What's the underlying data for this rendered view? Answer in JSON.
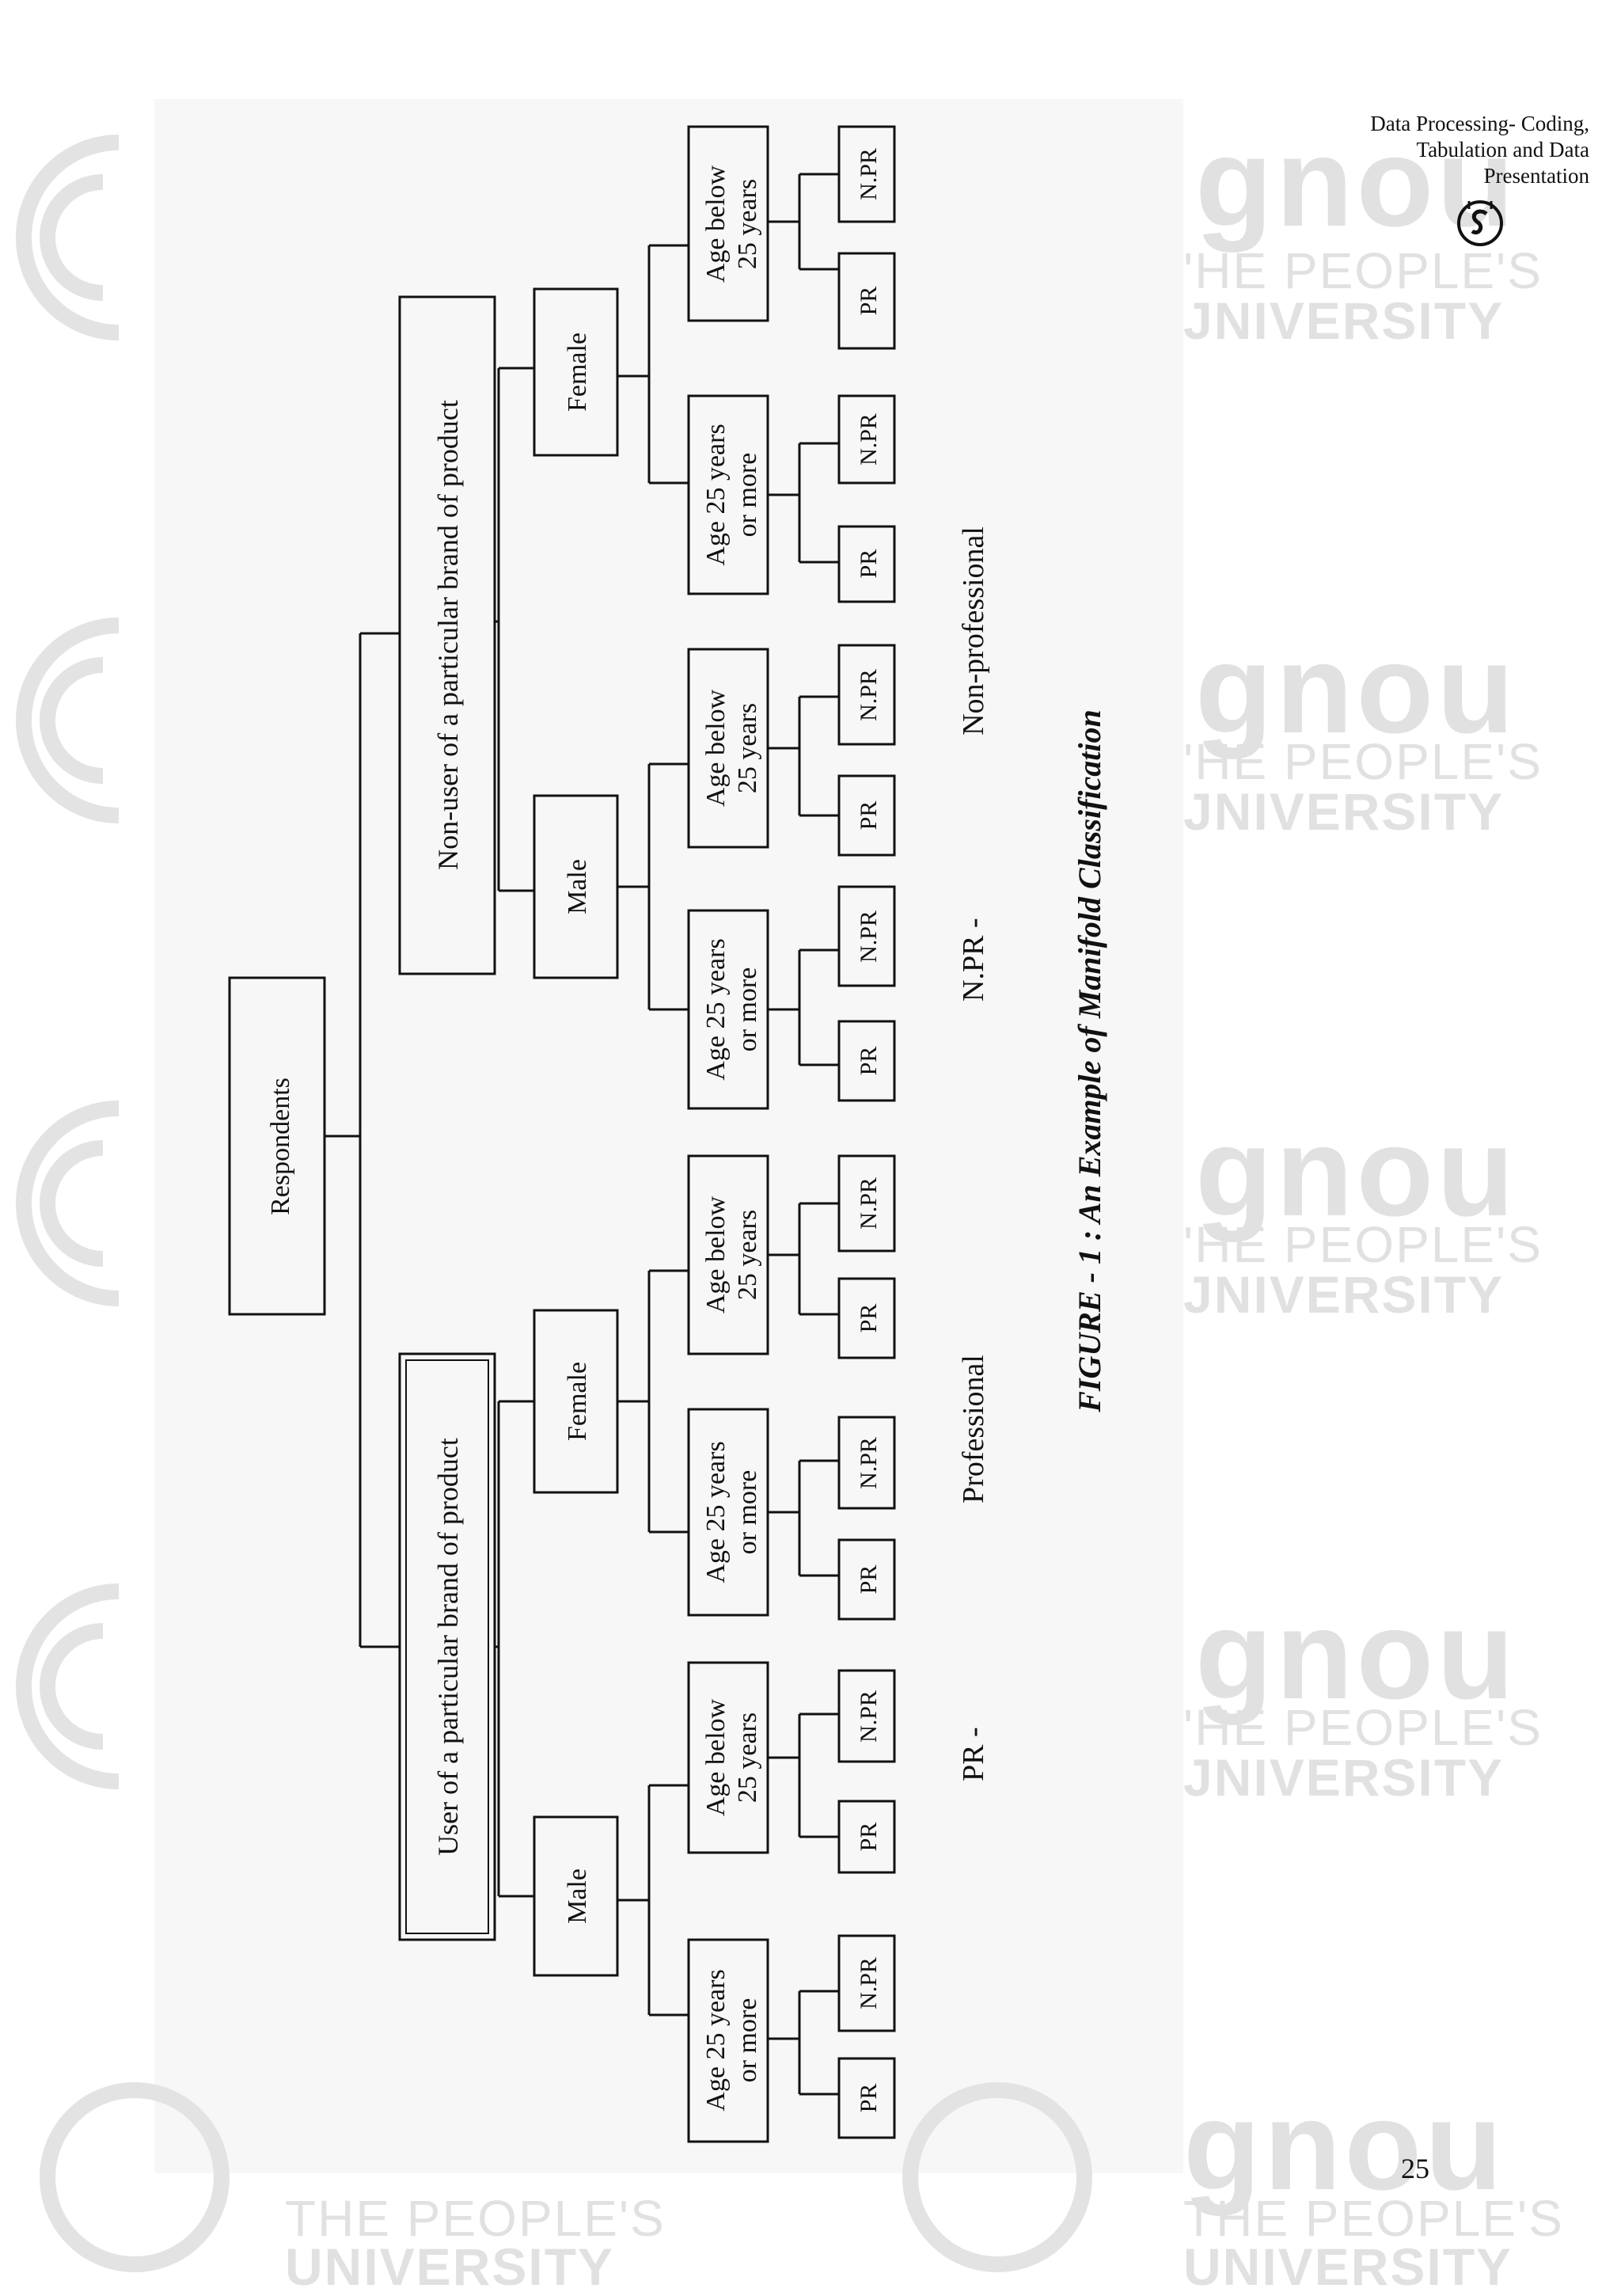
{
  "header": {
    "lines": [
      "Data Processing- Coding,",
      "Tabulation and Data",
      "Presentation"
    ]
  },
  "watermark": {
    "brand": "gnou",
    "line1": "'HE PEOPLE'S",
    "line2": "JNIVERSITY",
    "bottom_line1": "THE PEOPLE'S",
    "bottom_line2": "UNIVERSITY"
  },
  "figure": {
    "root": "Respondents",
    "user": "User of a particular brand of product",
    "nonuser": "Non-user of a particular brand of product",
    "male": "Male",
    "female": "Female",
    "age_more_1": "Age 25 years",
    "age_more_2": "or more",
    "age_below_1": "Age below",
    "age_below_2": "25   years",
    "pr": "PR",
    "npr": "N.PR",
    "legend_pr": "PR      -",
    "legend_pr_meaning": "Professional",
    "legend_npr": "N.PR  -",
    "legend_npr_meaning": "Non-professional",
    "caption": "FIGURE - 1 : An Example of Manifold Classification"
  },
  "page_number": "25"
}
